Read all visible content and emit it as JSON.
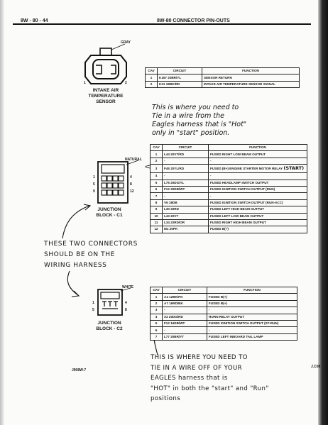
{
  "header": {
    "page_number": "8W - 80 - 44",
    "title": "8W-80 CONNECTOR PIN-OUTS"
  },
  "sensor": {
    "color_label": "GRAY",
    "pin1": "1",
    "pin2": "2",
    "name_lines": [
      "INTAKE AIR",
      "TEMPERATURE",
      "SENSOR"
    ]
  },
  "table1": {
    "headers": [
      "CAV",
      "CIRCUIT",
      "FUNCTION"
    ],
    "rows": [
      [
        "1",
        "K167 20BR/YL",
        "SENSOR RETURN"
      ],
      [
        "2",
        "K21 18BK/RD",
        "INTAKE AIR TEMPERATURE SENSOR SIGNAL"
      ]
    ]
  },
  "note1": {
    "lines": [
      "This is where you need to",
      "Tie in a wire from the",
      "Eagles harness that is \"Hot\"",
      "only in \"start\" position."
    ]
  },
  "block_c1": {
    "color_label": "NATURAL",
    "pin_labels": [
      "1",
      "4",
      "5",
      "8",
      "9",
      "12"
    ],
    "name_lines": [
      "JUNCTION",
      "BLOCK - C1"
    ]
  },
  "table2": {
    "headers": [
      "CAV",
      "CIRCUIT",
      "FUNCTION"
    ],
    "rows": [
      [
        "1",
        "L44 20VT/RD",
        "FUSED RIGHT LOW BEAM OUTPUT"
      ],
      [
        "2",
        "-",
        "-"
      ],
      [
        "3",
        "F45 20YL/RD",
        "FUSED (B+) ENGINE STARTER MOTOR RELAY"
      ],
      [
        "4",
        "-",
        "-"
      ],
      [
        "5",
        "L76 20DG/YL",
        "FUSED HEADLAMP SWITCH OUTPUT"
      ],
      [
        "6",
        "F12 20DB/WT",
        "FUSED IGNITION SWITCH OUTPUT (RUN)"
      ],
      [
        "7",
        "-",
        "-"
      ],
      [
        "8",
        "V6 18DB",
        "FUSED IGNITION SWITCH OUTPUT (RUN-ACC)"
      ],
      [
        "9",
        "L30 20RD",
        "FUSED LEFT HIGH BEAM OUTPUT"
      ],
      [
        "10",
        "L43 20VT",
        "FUSED LEFT LOW BEAM OUTPUT"
      ],
      [
        "11",
        "L34 22RD/OR",
        "FUSED RIGHT HIGH BEAM OUTPUT"
      ],
      [
        "12",
        "M1 20PK",
        "FUSED B(+)"
      ]
    ],
    "start_annotation": "(START)"
  },
  "note2": {
    "lines": [
      "THESE TWO CONNECTORS",
      "SHOULD BE ON THE",
      "WIRING HARNESS"
    ]
  },
  "block_c2": {
    "color_label": "WHITE",
    "pin_labels": [
      "1",
      "4",
      "5",
      "8"
    ],
    "name_lines": [
      "JUNCTION",
      "BLOCK - C2"
    ]
  },
  "table3": {
    "headers": [
      "CAV",
      "CIRCUIT",
      "FUNCTION"
    ],
    "rows": [
      [
        "1",
        "A4 12BK/PK",
        "FUSED B(+)"
      ],
      [
        "2",
        "A7 16RD/BK",
        "FUSED B(+)"
      ],
      [
        "3",
        "-",
        "-"
      ],
      [
        "4",
        "X2 20DG/RD",
        "HORN RELAY OUTPUT"
      ],
      [
        "5",
        "F12 16DB/WT",
        "FUSED IGNITION SWITCH OUTPUT (ST-RUN)"
      ],
      [
        "6",
        "-",
        "-"
      ],
      [
        "7",
        "L77 20BR/YT",
        "FUSED LEFT INBOARD TAIL LAMP"
      ]
    ]
  },
  "note3": {
    "lines": [
      "THIS IS WHERE YOU NEED TO",
      "TIE IN A WIRE OFF OF YOUR",
      "EAGLES harness that is",
      "\"HOT\" in both the \"start\" and \"Run\"",
      "positions"
    ]
  },
  "footer": {
    "figure_code": "J908W-7",
    "right_code": "J.C08"
  }
}
